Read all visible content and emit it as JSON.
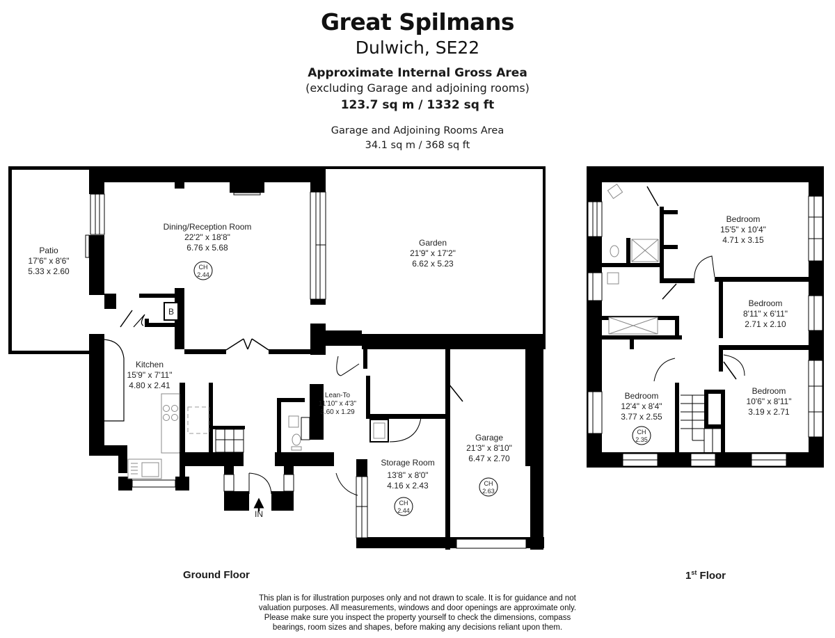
{
  "header": {
    "title": "Great Spilmans",
    "subtitle": "Dulwich, SE22",
    "area_heading": "Approximate Internal Gross Area",
    "area_note": "(excluding Garage and adjoining rooms)",
    "area_value": "123.7 sq m / 1332 sq ft",
    "garage_heading": "Garage and Adjoining Rooms Area",
    "garage_value": "34.1 sq m / 368 sq ft"
  },
  "ground_floor": {
    "label": "Ground Floor",
    "rooms": [
      {
        "name": "Patio",
        "imperial": "17'6\" x 8'6\"",
        "metric": "5.33 x 2.60"
      },
      {
        "name": "Dining/Reception Room",
        "imperial": "22'2\" x 18'8\"",
        "metric": "6.76 x 5.68",
        "ceiling_height": "2.44"
      },
      {
        "name": "Garden",
        "imperial": "21'9\" x 17'2\"",
        "metric": "6.62 x 5.23"
      },
      {
        "name": "Kitchen",
        "imperial": "15'9\" x 7'11\"",
        "metric": "4.80 x 2.41"
      },
      {
        "name": "Lean-To",
        "imperial": "11'10\" x 4'3\"",
        "metric": "3.60 x 1.29"
      },
      {
        "name": "Storage Room",
        "imperial": "13'8\" x 8'0\"",
        "metric": "4.16 x 2.43",
        "ceiling_height": "2.44"
      },
      {
        "name": "Garage",
        "imperial": "21'3\" x 8'10\"",
        "metric": "6.47 x 2.70",
        "ceiling_height": "2.63"
      }
    ],
    "boiler_label": "B",
    "entrance_label": "IN"
  },
  "first_floor": {
    "label_main": "1",
    "label_sup": "st",
    "label_rest": " Floor",
    "rooms": [
      {
        "name": "Bedroom",
        "imperial": "15'5\" x 10'4\"",
        "metric": "4.71 x 3.15"
      },
      {
        "name": "Bedroom",
        "imperial": "8'11\" x 6'11\"",
        "metric": "2.71 x 2.10"
      },
      {
        "name": "Bedroom",
        "imperial": "12'4\" x 8'4\"",
        "metric": "3.77 x 2.55",
        "ceiling_height": "2.35"
      },
      {
        "name": "Bedroom",
        "imperial": "10'6\" x 8'11\"",
        "metric": "3.19 x 2.71"
      }
    ]
  },
  "ch_prefix": "CH",
  "disclaimer": [
    "This plan is for illustration purposes only and not drawn to scale. It is for guidance and not",
    "valuation purposes. All measurements, windows and door openings are approximate only.",
    "Please make sure you inspect the property yourself to check the dimensions, compass",
    "bearings, room sizes and shapes, before making any decisions reliant upon them."
  ],
  "colors": {
    "wall": "#000000",
    "background": "#ffffff",
    "text": "#1a1a1a",
    "fixture": "#888888"
  }
}
